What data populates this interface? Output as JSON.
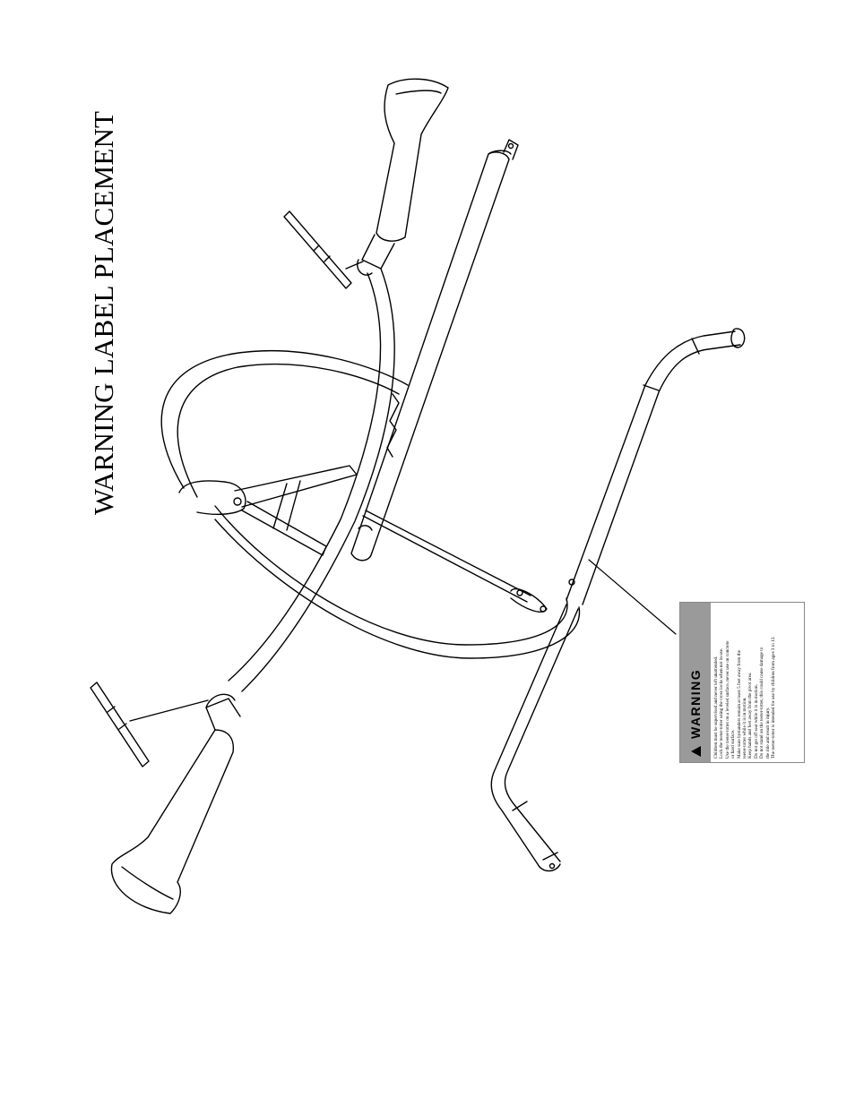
{
  "title": "WARNING LABEL PLACEMENT",
  "warning_label": {
    "heading": "WARNING",
    "lines": [
      "Children must be supervised and never left unattended.",
      "Lock the teeter-totter using the cross locks when not in use.",
      "Use the teeter-totter on a leveled surface, never use on concrete",
      "or hard surface.",
      "Make sure bystanders remain at least 5 feet away from the",
      "teeter-totter while it is in motion.",
      "Keep hands and feet away from the pivot area.",
      "Do not get off seat while it is in motion.",
      "Do not stand on the teeter-totter, this could cause damage to",
      "the ride and result in injury.",
      "The teeter-totter is intended for use by children from ages 3 to 12."
    ]
  }
}
